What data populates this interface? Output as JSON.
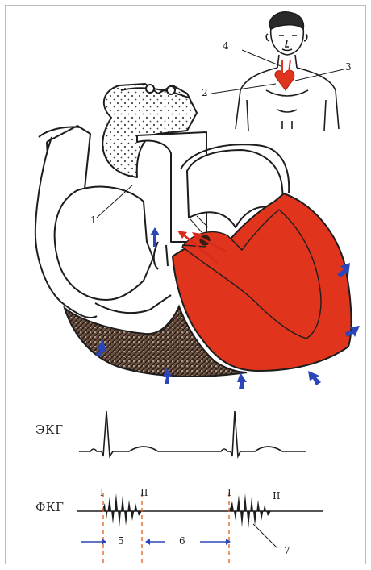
{
  "figure": {
    "labels": {
      "n1": "1",
      "n2": "2",
      "n3": "3",
      "n4": "4",
      "n5": "5",
      "n6": "6",
      "n7": "7"
    },
    "traces": {
      "ecg": "ЭКГ",
      "pcg": "ФКГ"
    },
    "tones": {
      "t1a": "I",
      "t2a": "II",
      "t1b": "I",
      "t2b": "II"
    }
  },
  "colors": {
    "myocardium": "#e0341c",
    "arrow_blue": "#2b46b8",
    "arrow_red": "#d92a1c",
    "outline": "#1d1d1d",
    "dashed_marker": "#e46a2c"
  }
}
